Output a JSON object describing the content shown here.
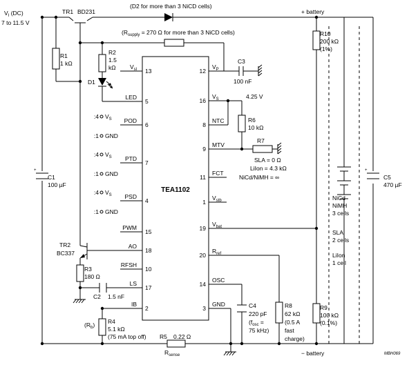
{
  "supply": {
    "v": "V",
    "sub": "I",
    "dc": " (DC)",
    "range": "7 to 11.5 V"
  },
  "top": {
    "d2_note": "(D2 for more than 3 NiCD cells)",
    "rsupply_r": "(R",
    "rsupply_sub": "supply",
    "rsupply_rest": " = 270 Ω for more than 3 NiCD cells)",
    "plus_battery": "+ battery",
    "minus_battery": "− battery"
  },
  "ic": {
    "name": "TEA1102",
    "left_pins": [
      {
        "num": "13",
        "base": "V",
        "sub": "sl",
        "sup": ""
      },
      {
        "num": "5",
        "base": "LED",
        "sub": "",
        "sup": ""
      },
      {
        "num": "6",
        "base": "POD",
        "sub": "",
        "sup": ""
      },
      {
        "num": "7",
        "base": "PTD",
        "sub": "",
        "sup": ""
      },
      {
        "num": "4",
        "base": "PSD",
        "sub": "",
        "sup": ""
      },
      {
        "num": "15",
        "base": "PWM",
        "sub": "",
        "sup": ""
      },
      {
        "num": "18",
        "base": "AO",
        "sub": "",
        "sup": ""
      },
      {
        "num": "10",
        "base": "RFSH",
        "sub": "",
        "sup": ""
      },
      {
        "num": "17",
        "base": "LS",
        "sub": "",
        "sup": ""
      },
      {
        "num": "2",
        "base": "IB",
        "sub": "",
        "sup": ""
      }
    ],
    "right_pins": [
      {
        "num": "12",
        "base": "V",
        "sub": "P",
        "sup": ""
      },
      {
        "num": "16",
        "base": "V",
        "sub": "S",
        "sup": ""
      },
      {
        "num": "8",
        "base": "NTC",
        "sub": "",
        "sup": ""
      },
      {
        "num": "9",
        "base": "MTV",
        "sub": "",
        "sup": ""
      },
      {
        "num": "11",
        "base": "FCT",
        "sub": "",
        "sup": ""
      },
      {
        "num": "1",
        "base": "V",
        "sub": "stb",
        "sup": ""
      },
      {
        "num": "19",
        "base": "V",
        "sub": "bat",
        "sup": ""
      },
      {
        "num": "20",
        "base": "R",
        "sub": "ref",
        "sup": ""
      },
      {
        "num": "14",
        "base": "OSC",
        "sub": "",
        "sup": ""
      },
      {
        "num": "3",
        "base": "GND",
        "sub": "",
        "sup": ""
      }
    ]
  },
  "selectors": {
    "div4": ":4",
    "vs_base": "V",
    "vs_sub": "S",
    "div1": ":1",
    "gnd": "GND"
  },
  "components": {
    "tr1": {
      "name": "TR1",
      "part": "BD231"
    },
    "r1": {
      "name": "R1",
      "value": "1 kΩ"
    },
    "r2": {
      "name": "R2",
      "v1": "1.5",
      "v2": "kΩ"
    },
    "d1": {
      "name": "D1"
    },
    "c3": {
      "name": "C3",
      "value": "100 nF"
    },
    "vs_level": "4.25 V",
    "r6": {
      "name": "R6",
      "value": "10 kΩ"
    },
    "r7": {
      "name": "R7"
    },
    "mtv_notes": [
      "SLA = 0 Ω",
      "LiIon = 4.3 kΩ",
      "NiCd/NiMH = ∞"
    ],
    "r10": {
      "name": "R10",
      "v1": "200 kΩ",
      "v2": "(1%)"
    },
    "c1": {
      "name": "C1",
      "value": "100 µF"
    },
    "c5": {
      "name": "C5",
      "value": "470 µF"
    },
    "battery_notes": [
      "NiCd",
      "NiMH",
      "3 cells",
      "SLA",
      "2 cells",
      "LiIon",
      "1 cell"
    ],
    "tr2": {
      "name": "TR2",
      "part": "BC337"
    },
    "r3": {
      "name": "R3",
      "value": "180 Ω"
    },
    "c2": {
      "name": "C2",
      "value": "1.5 nF"
    },
    "c4": {
      "name": "C4",
      "v1": "220 pF",
      "v2_pre": "(f",
      "v2_sub": "osc",
      "v2_post": " =",
      "v3": "75 kHz)"
    },
    "r8": {
      "name": "R8",
      "lines": [
        "62 kΩ",
        "(0.5 A",
        "fast",
        "charge)"
      ]
    },
    "r9": {
      "name": "R9",
      "v1": "100 kΩ",
      "v2": "(0.1%)"
    },
    "r4": {
      "rb_pre": "(R",
      "rb_sub": "b",
      "rb_post": ")",
      "name": "R4",
      "value": "5.1 kΩ",
      "note": "(75 mA top off)"
    },
    "r5": {
      "name": "R5",
      "value": "0.22 Ω",
      "base": "R",
      "sub": "sense"
    }
  },
  "footer": {
    "code": "MBH069"
  }
}
